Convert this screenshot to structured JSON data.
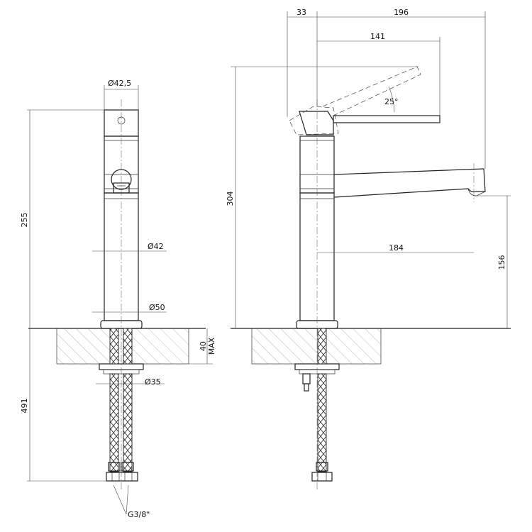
{
  "front_view": {
    "dia_top": "Ø42,5",
    "height_body": "255",
    "dia_body": "Ø42",
    "dia_base": "Ø50",
    "deck_thickness": "40",
    "deck_max_label": "MAX",
    "dia_shank": "Ø35",
    "hose_length": "491",
    "thread": "G3/8\""
  },
  "side_view": {
    "lever_offset": "33",
    "total_reach": "196",
    "lever_length": "141",
    "lever_angle": "25°",
    "spout_reach": "184",
    "height_total": "304",
    "spout_height": "156"
  }
}
